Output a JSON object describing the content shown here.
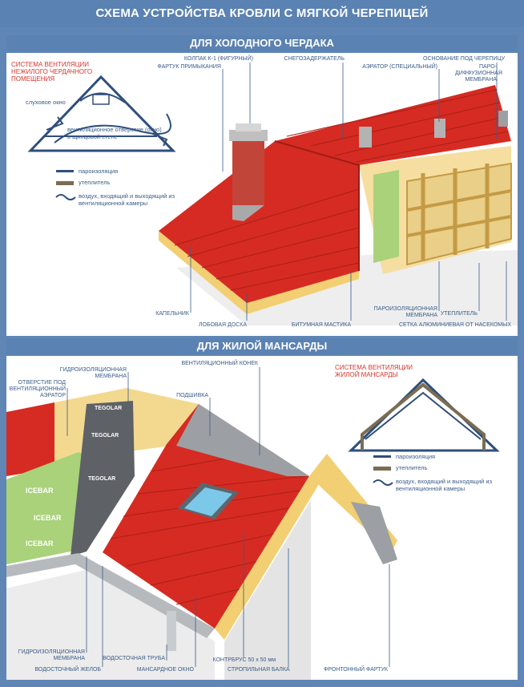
{
  "title": "СХЕМА УСТРОЙСТВА КРОВЛИ С МЯГКОЙ ЧЕРЕПИЦЕЙ",
  "section1": {
    "header": "ДЛЯ ХОЛОДНОГО ЧЕРДАКА",
    "vent_caption": "СИСТЕМА ВЕНТИЛЯЦИИ НЕЖИЛОГО ЧЕРДАЧНОГО ПОМЕЩЕНИЯ",
    "dormer_window": "слуховое окно",
    "gable_vent": "вентиляционное отверстие (окно) в щипцовой стене",
    "legend": {
      "vapor_barrier": "пароизоляция",
      "insulation": "утеплитель",
      "air": "воздух, входящий и выходящий из вентиляционной камеры"
    },
    "labels": {
      "cap": "КОЛПАК К-1 (ФИГУРНЫЙ)",
      "flashing": "ФАРТУК ПРИМЫКАНИЯ",
      "snow_guard": "СНЕГОЗАДЕРЖАТЕЛЬ",
      "aerator": "АЭРАТОР (СПЕЦИАЛЬНЫЙ)",
      "underlay": "ОСНОВАНИЕ ПОД ЧЕРЕПИЦУ",
      "membrane": "ПАРО-ДИФФУЗИОННАЯ МЕМБРАНА",
      "drip": "КАПЕЛЬНИК",
      "fascia": "ЛОБОВАЯ ДОСКА",
      "mastic": "БИТУМНАЯ МАСТИКА",
      "vapor_membrane": "ПАРОИЗОЛЯЦИОННАЯ МЕМБРАНА",
      "insulation": "УТЕПЛИТЕЛЬ",
      "mesh": "СЕТКА АЛЮМИНИЕВАЯ ОТ НАСЕКОМЫХ"
    }
  },
  "section2": {
    "header": "ДЛЯ ЖИЛОЙ МАНСАРДЫ",
    "vent_caption": "СИСТЕМА ВЕНТИЛЯЦИИ ЖИЛОЙ МАНСАРДЫ",
    "legend": {
      "vapor_barrier": "пароизоляция",
      "insulation": "утеплитель",
      "air": "воздух, входящий и выходящий из вентиляционной камеры"
    },
    "labels": {
      "waterproof_top": "ГИДРОИЗОЛЯЦИОННАЯ МЕМБРАНА",
      "ridge": "ВЕНТИЛЯЦИОННЫЙ КОНЕК",
      "vent_aerator": "ОТВЕРСТИЕ ПОД ВЕНТИЛЯЦИОННЫЙ АЭРАТОР",
      "soffit": "ПОДШИВКА",
      "waterproof_bottom": "ГИДРОИЗОЛЯЦИОННАЯ МЕМБРАНА",
      "gutter": "ВОДОСТОЧНЫЙ ЖЕЛОБ",
      "downpipe": "ВОДОСТОЧНАЯ ТРУБА",
      "window": "МАНСАРДНОЕ ОКНО",
      "batten": "КОНТРБРУС 50 х 50 мм",
      "rafter": "СТРОПИЛЬНАЯ БАЛКА",
      "gable_apron": "ФРОНТОННЫЙ ФАРТУК"
    },
    "brands": [
      "TEGOLAR",
      "TEGOLAR",
      "TEGOLAR",
      "ICEBAR",
      "ICEBAR",
      "ICEBAR"
    ]
  },
  "colors": {
    "header_blue": "#5a82b2",
    "roof_red": "#d62b22",
    "wood": "#f3d98f",
    "label_blue": "#3a5c8a",
    "caption_red": "#d9342b"
  }
}
